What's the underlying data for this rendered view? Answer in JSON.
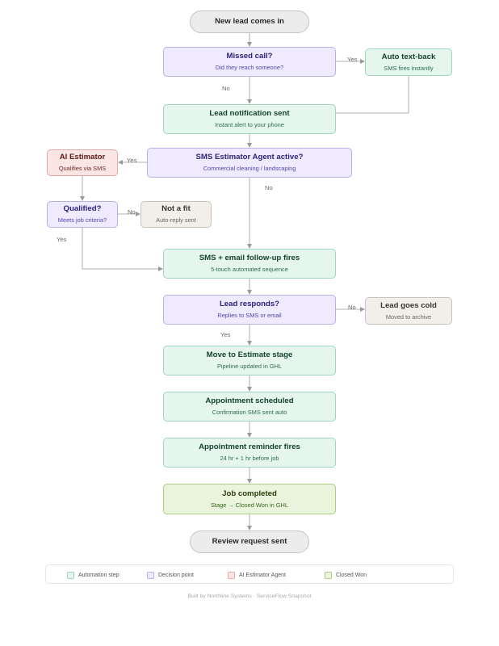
{
  "nodes": {
    "new_lead": {
      "title": "New lead comes in"
    },
    "missed_call": {
      "title": "Missed call?",
      "sub": "Did they reach someone?"
    },
    "auto_text": {
      "title": "Auto text-back",
      "sub": "SMS fires instantly"
    },
    "lead_notif": {
      "title": "Lead notification sent",
      "sub": "Instant alert to your phone"
    },
    "sms_agent": {
      "title": "SMS Estimator Agent active?",
      "sub": "Commercial cleaning / landscaping"
    },
    "ai_estimator": {
      "title": "AI Estimator",
      "sub": "Qualifies via SMS"
    },
    "qualified": {
      "title": "Qualified?",
      "sub": "Meets job criteria?"
    },
    "not_fit": {
      "title": "Not a fit",
      "sub": "Auto-reply sent"
    },
    "followup": {
      "title": "SMS + email follow-up fires",
      "sub": "5-touch automated sequence"
    },
    "responds": {
      "title": "Lead responds?",
      "sub": "Replies to SMS or email"
    },
    "cold": {
      "title": "Lead goes cold",
      "sub": "Moved to archive"
    },
    "estimate": {
      "title": "Move to Estimate stage",
      "sub": "Pipeline updated in GHL"
    },
    "appt": {
      "title": "Appointment scheduled",
      "sub": "Confirmation SMS sent auto"
    },
    "reminder": {
      "title": "Appointment reminder fires",
      "sub": "24 hr + 1 hr before job"
    },
    "completed": {
      "title": "Job completed",
      "sub": "Stage → Closed Won in GHL"
    },
    "review": {
      "title": "Review request sent"
    }
  },
  "edge_labels": {
    "missed_yes": "Yes",
    "missed_no": "No",
    "agent_yes": "Yes",
    "agent_no": "No",
    "qualified_no": "No",
    "qualified_yes": "Yes",
    "responds_no": "No",
    "responds_yes": "Yes"
  },
  "legend": {
    "automation": {
      "label": "Automation step",
      "color": "#e4f6ee"
    },
    "decision": {
      "label": "Decision point",
      "color": "#efeafd"
    },
    "ai": {
      "label": "AI Estimator Agent",
      "color": "#fce6e4"
    },
    "won": {
      "label": "Closed Won",
      "color": "#eaf4dc"
    }
  },
  "footer": "Built by Northline Systems · ServiceFlow Snapshot"
}
